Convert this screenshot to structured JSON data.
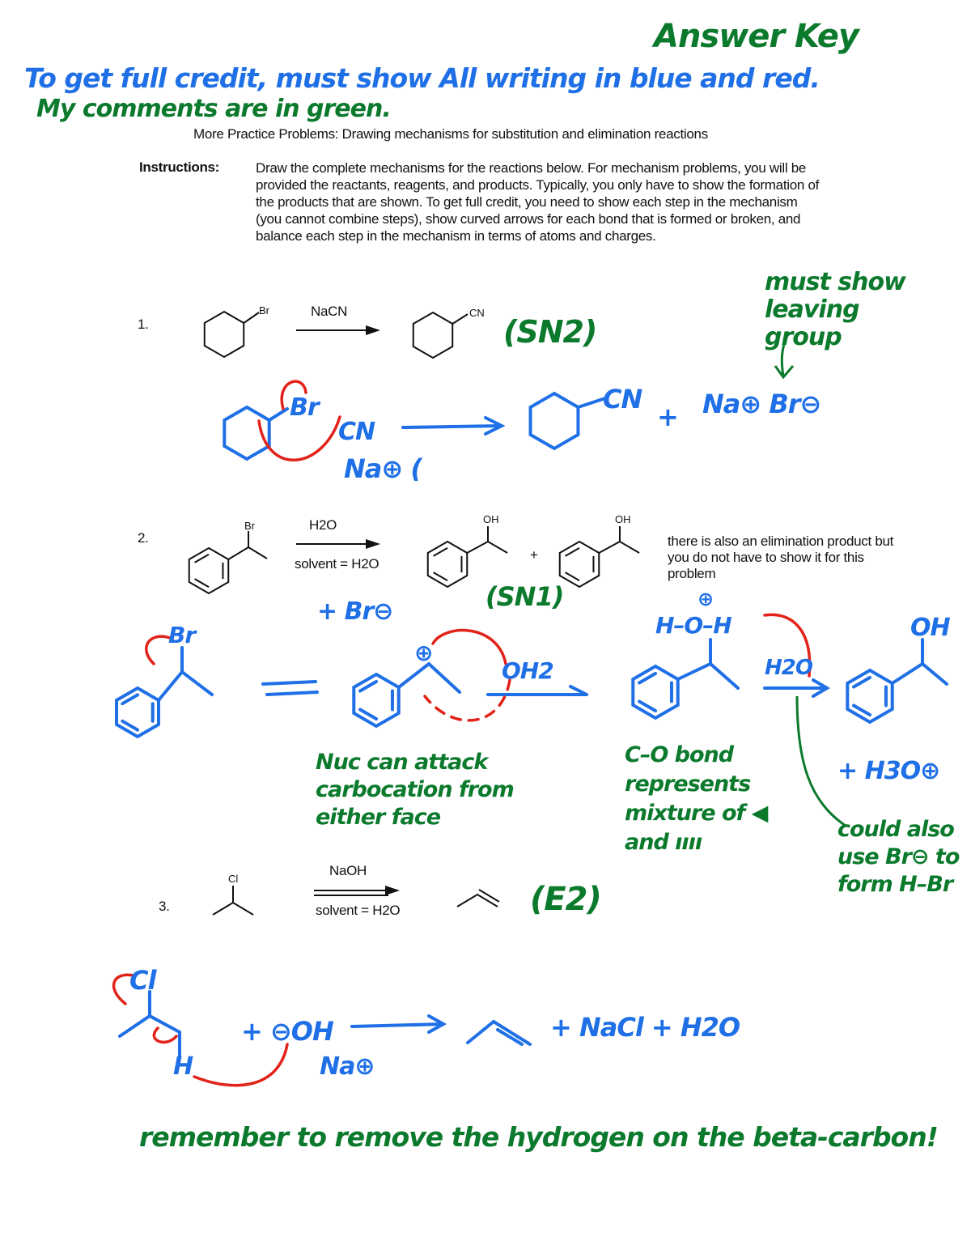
{
  "header": {
    "title": "More Practice Problems: Drawing mechanisms for substitution and elimination reactions"
  },
  "instructions": {
    "label": "Instructions:",
    "text": "Draw the complete mechanisms for the reactions below.  For mechanism problems, you will be provided the reactants, reagents, and products.  Typically, you only have to show the formation of the products that are shown.  To get full credit, you need to show each step in the mechanism (you cannot combine steps), show curved arrows for each bond that is formed or broken, and balance each step in the mechanism in terms of atoms and charges."
  },
  "problems": [
    {
      "number": "1.",
      "reactant_label": "Br",
      "reagent": "NaCN",
      "product_label": "CN"
    },
    {
      "number": "2.",
      "reactant_label": "Br",
      "reagent_top": "H2O",
      "reagent_bottom": "solvent = H2O",
      "product_label_1": "OH",
      "plus": "+",
      "product_label_2": "OH",
      "note": "there is also an elimination product but you do not have to show it for this problem"
    },
    {
      "number": "3.",
      "reactant_label": "Cl",
      "reagent_top": "NaOH",
      "reagent_bottom": "solvent = H2O"
    }
  ],
  "annotations": {
    "answer_key": "Answer Key",
    "full_credit": "To get full credit, must show All writing in blue and red.",
    "comments": "My comments are in green.",
    "p1_type": "(SN2)",
    "p1_note": "must show leaving group",
    "p1_br": "Br",
    "p1_cn": "CN",
    "p1_na": "Na⊕ (",
    "p1_prod_cn": "CN",
    "p1_plus": "+",
    "p1_nabr": "Na⊕ Br⊖",
    "p2_type": "(SN1)",
    "p2_br": "Br",
    "p2_plus_br": "+ Br⊖",
    "p2_carbocation": "⊕",
    "p2_oh2": "OH2",
    "p2_h_o_h": "H–O–H",
    "p2_oxonium_charge": "⊕",
    "p2_h2o": "H2O",
    "p2_oh": "OH",
    "p2_h3o": "+ H3O⊕",
    "p2_note_nuc": "Nuc can attack carbocation from either face",
    "p2_note_bond": "C–O bond represents mixture of ◀ and ıııı",
    "p2_note_br": "could also use Br⊖ to form H–Br",
    "p3_type": "(E2)",
    "p3_cl": "Cl",
    "p3_h": "H",
    "p3_oh": "+ ⊖OH",
    "p3_na": "Na⊕",
    "p3_products": "+  NaCl  + H2O",
    "p3_note": "remember to remove the hydrogen on the beta-carbon!"
  },
  "colors": {
    "student_blue": "#1f6fe6",
    "arrow_red": "#e2231a",
    "comment_green": "#0b7a2c"
  }
}
